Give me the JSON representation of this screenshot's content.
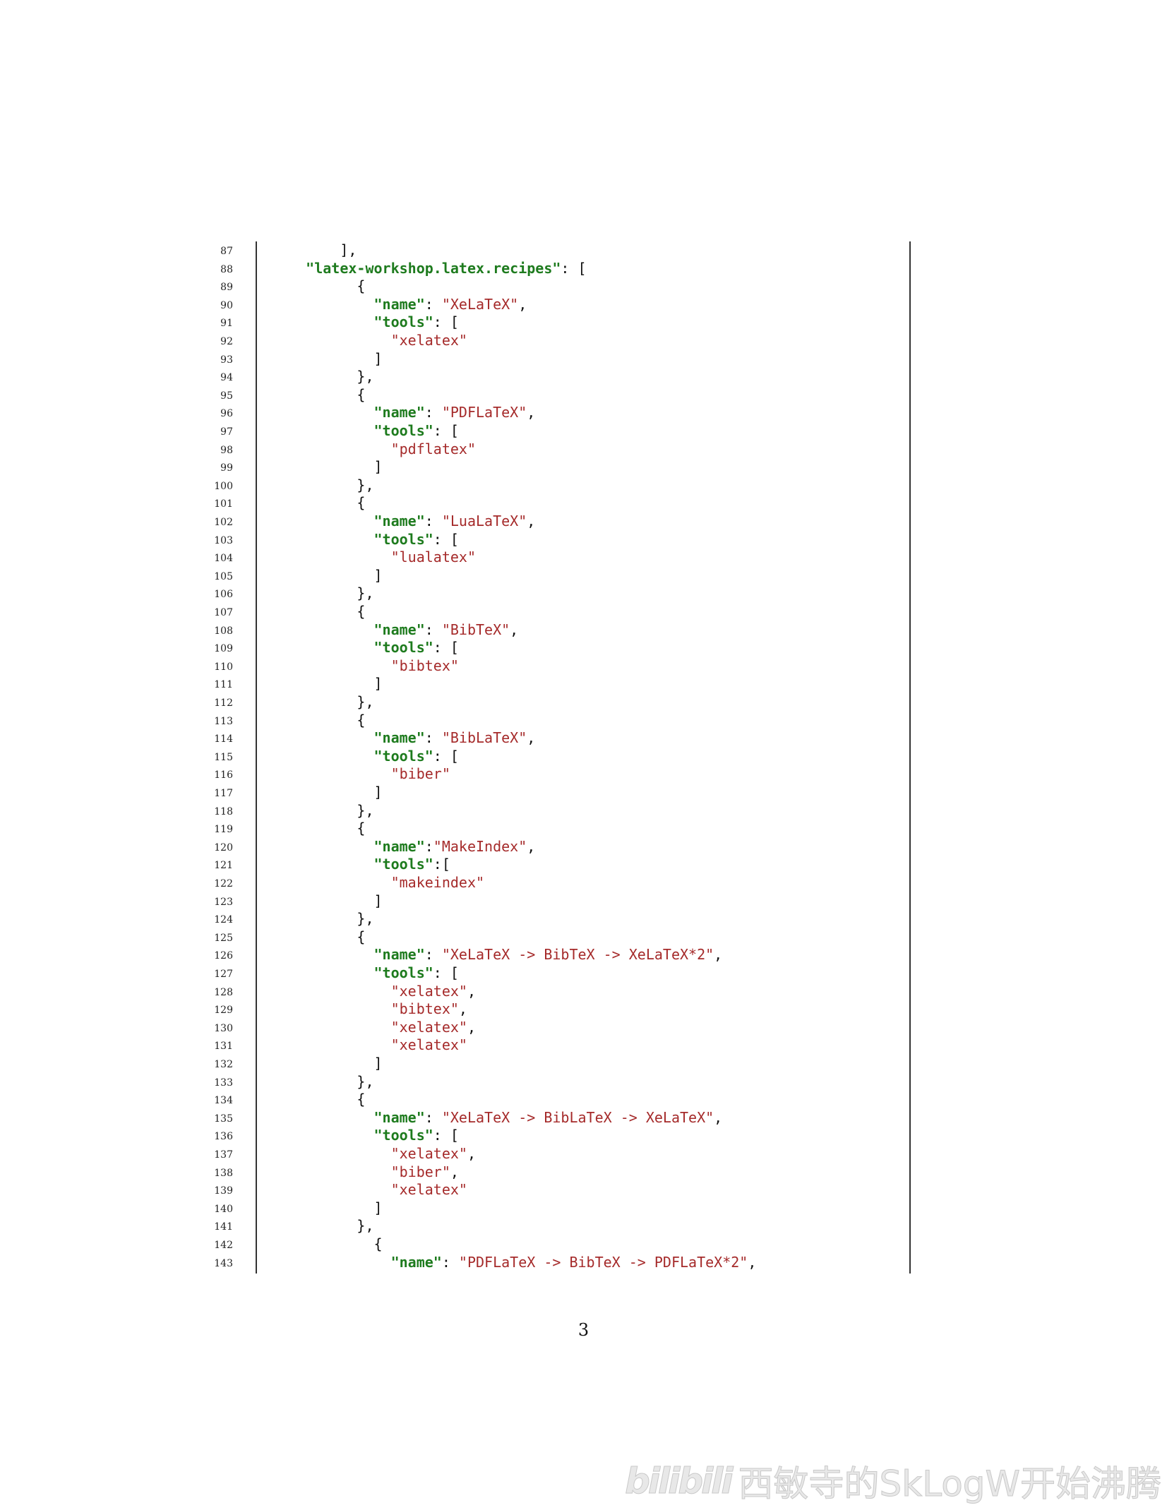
{
  "listing": {
    "lines": [
      {
        "n": "87",
        "tokens": [
          [
            "pun",
            "        ],"
          ]
        ]
      },
      {
        "n": "88",
        "tokens": [
          [
            "pun",
            "    "
          ],
          [
            "key",
            "\"latex-workshop.latex.recipes\""
          ],
          [
            "pun",
            ": ["
          ]
        ]
      },
      {
        "n": "89",
        "tokens": [
          [
            "pun",
            "          {"
          ]
        ]
      },
      {
        "n": "90",
        "tokens": [
          [
            "pun",
            "            "
          ],
          [
            "key",
            "\"name\""
          ],
          [
            "pun",
            ": "
          ],
          [
            "str",
            "\"XeLaTeX\""
          ],
          [
            "pun",
            ","
          ]
        ]
      },
      {
        "n": "91",
        "tokens": [
          [
            "pun",
            "            "
          ],
          [
            "key",
            "\"tools\""
          ],
          [
            "pun",
            ": ["
          ]
        ]
      },
      {
        "n": "92",
        "tokens": [
          [
            "pun",
            "              "
          ],
          [
            "str",
            "\"xelatex\""
          ]
        ]
      },
      {
        "n": "93",
        "tokens": [
          [
            "pun",
            "            ]"
          ]
        ]
      },
      {
        "n": "94",
        "tokens": [
          [
            "pun",
            "          },"
          ]
        ]
      },
      {
        "n": "95",
        "tokens": [
          [
            "pun",
            "          {"
          ]
        ]
      },
      {
        "n": "96",
        "tokens": [
          [
            "pun",
            "            "
          ],
          [
            "key",
            "\"name\""
          ],
          [
            "pun",
            ": "
          ],
          [
            "str",
            "\"PDFLaTeX\""
          ],
          [
            "pun",
            ","
          ]
        ]
      },
      {
        "n": "97",
        "tokens": [
          [
            "pun",
            "            "
          ],
          [
            "key",
            "\"tools\""
          ],
          [
            "pun",
            ": ["
          ]
        ]
      },
      {
        "n": "98",
        "tokens": [
          [
            "pun",
            "              "
          ],
          [
            "str",
            "\"pdflatex\""
          ]
        ]
      },
      {
        "n": "99",
        "tokens": [
          [
            "pun",
            "            ]"
          ]
        ]
      },
      {
        "n": "100",
        "tokens": [
          [
            "pun",
            "          },"
          ]
        ]
      },
      {
        "n": "101",
        "tokens": [
          [
            "pun",
            "          {"
          ]
        ]
      },
      {
        "n": "102",
        "tokens": [
          [
            "pun",
            "            "
          ],
          [
            "key",
            "\"name\""
          ],
          [
            "pun",
            ": "
          ],
          [
            "str",
            "\"LuaLaTeX\""
          ],
          [
            "pun",
            ","
          ]
        ]
      },
      {
        "n": "103",
        "tokens": [
          [
            "pun",
            "            "
          ],
          [
            "key",
            "\"tools\""
          ],
          [
            "pun",
            ": ["
          ]
        ]
      },
      {
        "n": "104",
        "tokens": [
          [
            "pun",
            "              "
          ],
          [
            "str",
            "\"lualatex\""
          ]
        ]
      },
      {
        "n": "105",
        "tokens": [
          [
            "pun",
            "            ]"
          ]
        ]
      },
      {
        "n": "106",
        "tokens": [
          [
            "pun",
            "          },"
          ]
        ]
      },
      {
        "n": "107",
        "tokens": [
          [
            "pun",
            "          {"
          ]
        ]
      },
      {
        "n": "108",
        "tokens": [
          [
            "pun",
            "            "
          ],
          [
            "key",
            "\"name\""
          ],
          [
            "pun",
            ": "
          ],
          [
            "str",
            "\"BibTeX\""
          ],
          [
            "pun",
            ","
          ]
        ]
      },
      {
        "n": "109",
        "tokens": [
          [
            "pun",
            "            "
          ],
          [
            "key",
            "\"tools\""
          ],
          [
            "pun",
            ": ["
          ]
        ]
      },
      {
        "n": "110",
        "tokens": [
          [
            "pun",
            "              "
          ],
          [
            "str",
            "\"bibtex\""
          ]
        ]
      },
      {
        "n": "111",
        "tokens": [
          [
            "pun",
            "            ]"
          ]
        ]
      },
      {
        "n": "112",
        "tokens": [
          [
            "pun",
            "          },"
          ]
        ]
      },
      {
        "n": "113",
        "tokens": [
          [
            "pun",
            "          {"
          ]
        ]
      },
      {
        "n": "114",
        "tokens": [
          [
            "pun",
            "            "
          ],
          [
            "key",
            "\"name\""
          ],
          [
            "pun",
            ": "
          ],
          [
            "str",
            "\"BibLaTeX\""
          ],
          [
            "pun",
            ","
          ]
        ]
      },
      {
        "n": "115",
        "tokens": [
          [
            "pun",
            "            "
          ],
          [
            "key",
            "\"tools\""
          ],
          [
            "pun",
            ": ["
          ]
        ]
      },
      {
        "n": "116",
        "tokens": [
          [
            "pun",
            "              "
          ],
          [
            "str",
            "\"biber\""
          ]
        ]
      },
      {
        "n": "117",
        "tokens": [
          [
            "pun",
            "            ]"
          ]
        ]
      },
      {
        "n": "118",
        "tokens": [
          [
            "pun",
            "          },"
          ]
        ]
      },
      {
        "n": "119",
        "tokens": [
          [
            "pun",
            "          {"
          ]
        ]
      },
      {
        "n": "120",
        "tokens": [
          [
            "pun",
            "            "
          ],
          [
            "key",
            "\"name\""
          ],
          [
            "pun",
            ":"
          ],
          [
            "str",
            "\"MakeIndex\""
          ],
          [
            "pun",
            ","
          ]
        ]
      },
      {
        "n": "121",
        "tokens": [
          [
            "pun",
            "            "
          ],
          [
            "key",
            "\"tools\""
          ],
          [
            "pun",
            ":["
          ]
        ]
      },
      {
        "n": "122",
        "tokens": [
          [
            "pun",
            "              "
          ],
          [
            "str",
            "\"makeindex\""
          ]
        ]
      },
      {
        "n": "123",
        "tokens": [
          [
            "pun",
            "            ]"
          ]
        ]
      },
      {
        "n": "124",
        "tokens": [
          [
            "pun",
            "          },"
          ]
        ]
      },
      {
        "n": "125",
        "tokens": [
          [
            "pun",
            "          {"
          ]
        ]
      },
      {
        "n": "126",
        "tokens": [
          [
            "pun",
            "            "
          ],
          [
            "key",
            "\"name\""
          ],
          [
            "pun",
            ": "
          ],
          [
            "str",
            "\"XeLaTeX -> BibTeX -> XeLaTeX*2\""
          ],
          [
            "pun",
            ","
          ]
        ]
      },
      {
        "n": "127",
        "tokens": [
          [
            "pun",
            "            "
          ],
          [
            "key",
            "\"tools\""
          ],
          [
            "pun",
            ": ["
          ]
        ]
      },
      {
        "n": "128",
        "tokens": [
          [
            "pun",
            "              "
          ],
          [
            "str",
            "\"xelatex\""
          ],
          [
            "pun",
            ","
          ]
        ]
      },
      {
        "n": "129",
        "tokens": [
          [
            "pun",
            "              "
          ],
          [
            "str",
            "\"bibtex\""
          ],
          [
            "pun",
            ","
          ]
        ]
      },
      {
        "n": "130",
        "tokens": [
          [
            "pun",
            "              "
          ],
          [
            "str",
            "\"xelatex\""
          ],
          [
            "pun",
            ","
          ]
        ]
      },
      {
        "n": "131",
        "tokens": [
          [
            "pun",
            "              "
          ],
          [
            "str",
            "\"xelatex\""
          ]
        ]
      },
      {
        "n": "132",
        "tokens": [
          [
            "pun",
            "            ]"
          ]
        ]
      },
      {
        "n": "133",
        "tokens": [
          [
            "pun",
            "          },"
          ]
        ]
      },
      {
        "n": "134",
        "tokens": [
          [
            "pun",
            "          {"
          ]
        ]
      },
      {
        "n": "135",
        "tokens": [
          [
            "pun",
            "            "
          ],
          [
            "key",
            "\"name\""
          ],
          [
            "pun",
            ": "
          ],
          [
            "str",
            "\"XeLaTeX -> BibLaTeX -> XeLaTeX\""
          ],
          [
            "pun",
            ","
          ]
        ]
      },
      {
        "n": "136",
        "tokens": [
          [
            "pun",
            "            "
          ],
          [
            "key",
            "\"tools\""
          ],
          [
            "pun",
            ": ["
          ]
        ]
      },
      {
        "n": "137",
        "tokens": [
          [
            "pun",
            "              "
          ],
          [
            "str",
            "\"xelatex\""
          ],
          [
            "pun",
            ","
          ]
        ]
      },
      {
        "n": "138",
        "tokens": [
          [
            "pun",
            "              "
          ],
          [
            "str",
            "\"biber\""
          ],
          [
            "pun",
            ","
          ]
        ]
      },
      {
        "n": "139",
        "tokens": [
          [
            "pun",
            "              "
          ],
          [
            "str",
            "\"xelatex\""
          ]
        ]
      },
      {
        "n": "140",
        "tokens": [
          [
            "pun",
            "            ]"
          ]
        ]
      },
      {
        "n": "141",
        "tokens": [
          [
            "pun",
            "          },"
          ]
        ]
      },
      {
        "n": "142",
        "tokens": [
          [
            "pun",
            "            {"
          ]
        ]
      },
      {
        "n": "143",
        "tokens": [
          [
            "pun",
            "              "
          ],
          [
            "key",
            "\"name\""
          ],
          [
            "pun",
            ": "
          ],
          [
            "str",
            "\"PDFLaTeX -> BibTeX -> PDFLaTeX*2\""
          ],
          [
            "pun",
            ","
          ]
        ]
      }
    ]
  },
  "page_number": "3",
  "watermark": {
    "logo_text": "bilibili",
    "text": "西敏寺的SkLogW开始沸腾"
  },
  "colors": {
    "key": "#1e7b1e",
    "string": "#a52a2a",
    "punctuation": "#111111"
  }
}
